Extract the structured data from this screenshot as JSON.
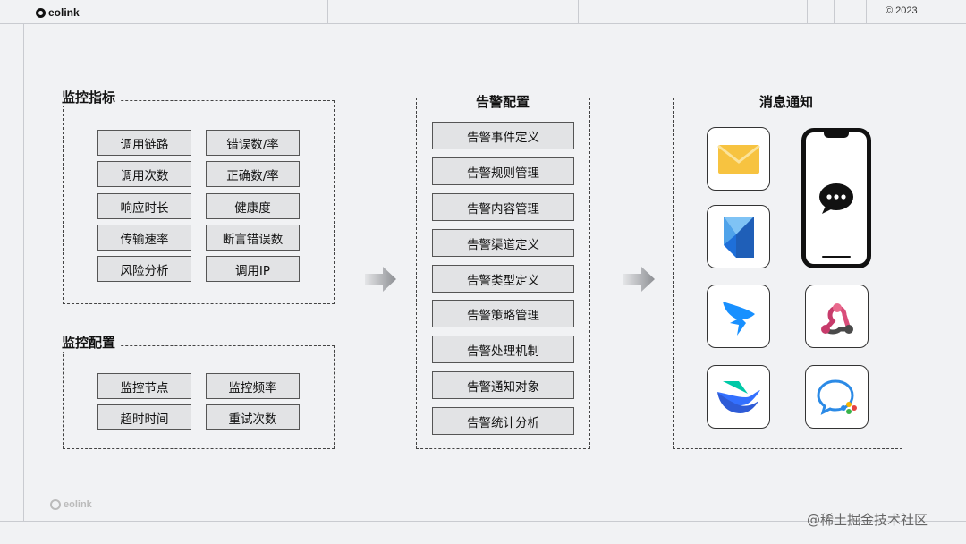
{
  "header": {
    "logo_text": "eolink",
    "copyright": "© 2023"
  },
  "monitor_metrics": {
    "title": "监控指标",
    "items": [
      "调用链路",
      "错误数/率",
      "调用次数",
      "正确数/率",
      "响应时长",
      "健康度",
      "传输速率",
      "断言错误数",
      "风险分析",
      "调用IP"
    ]
  },
  "monitor_config": {
    "title": "监控配置",
    "items": [
      "监控节点",
      "监控频率",
      "超时时间",
      "重试次数"
    ]
  },
  "alert_config": {
    "title": "告警配置",
    "items": [
      "告警事件定义",
      "告警规则管理",
      "告警内容管理",
      "告警渠道定义",
      "告警类型定义",
      "告警策略管理",
      "告警处理机制",
      "告警通知对象",
      "告警统计分析"
    ]
  },
  "message_notify": {
    "title": "消息通知",
    "icons": [
      "email-icon",
      "phone-chat-icon",
      "blue-app-icon",
      "dingtalk-icon",
      "webhook-icon",
      "feishu-icon",
      "wecom-icon"
    ]
  },
  "footer": {
    "logo_text": "eolink",
    "credit": "@稀土掘金技术社区"
  }
}
